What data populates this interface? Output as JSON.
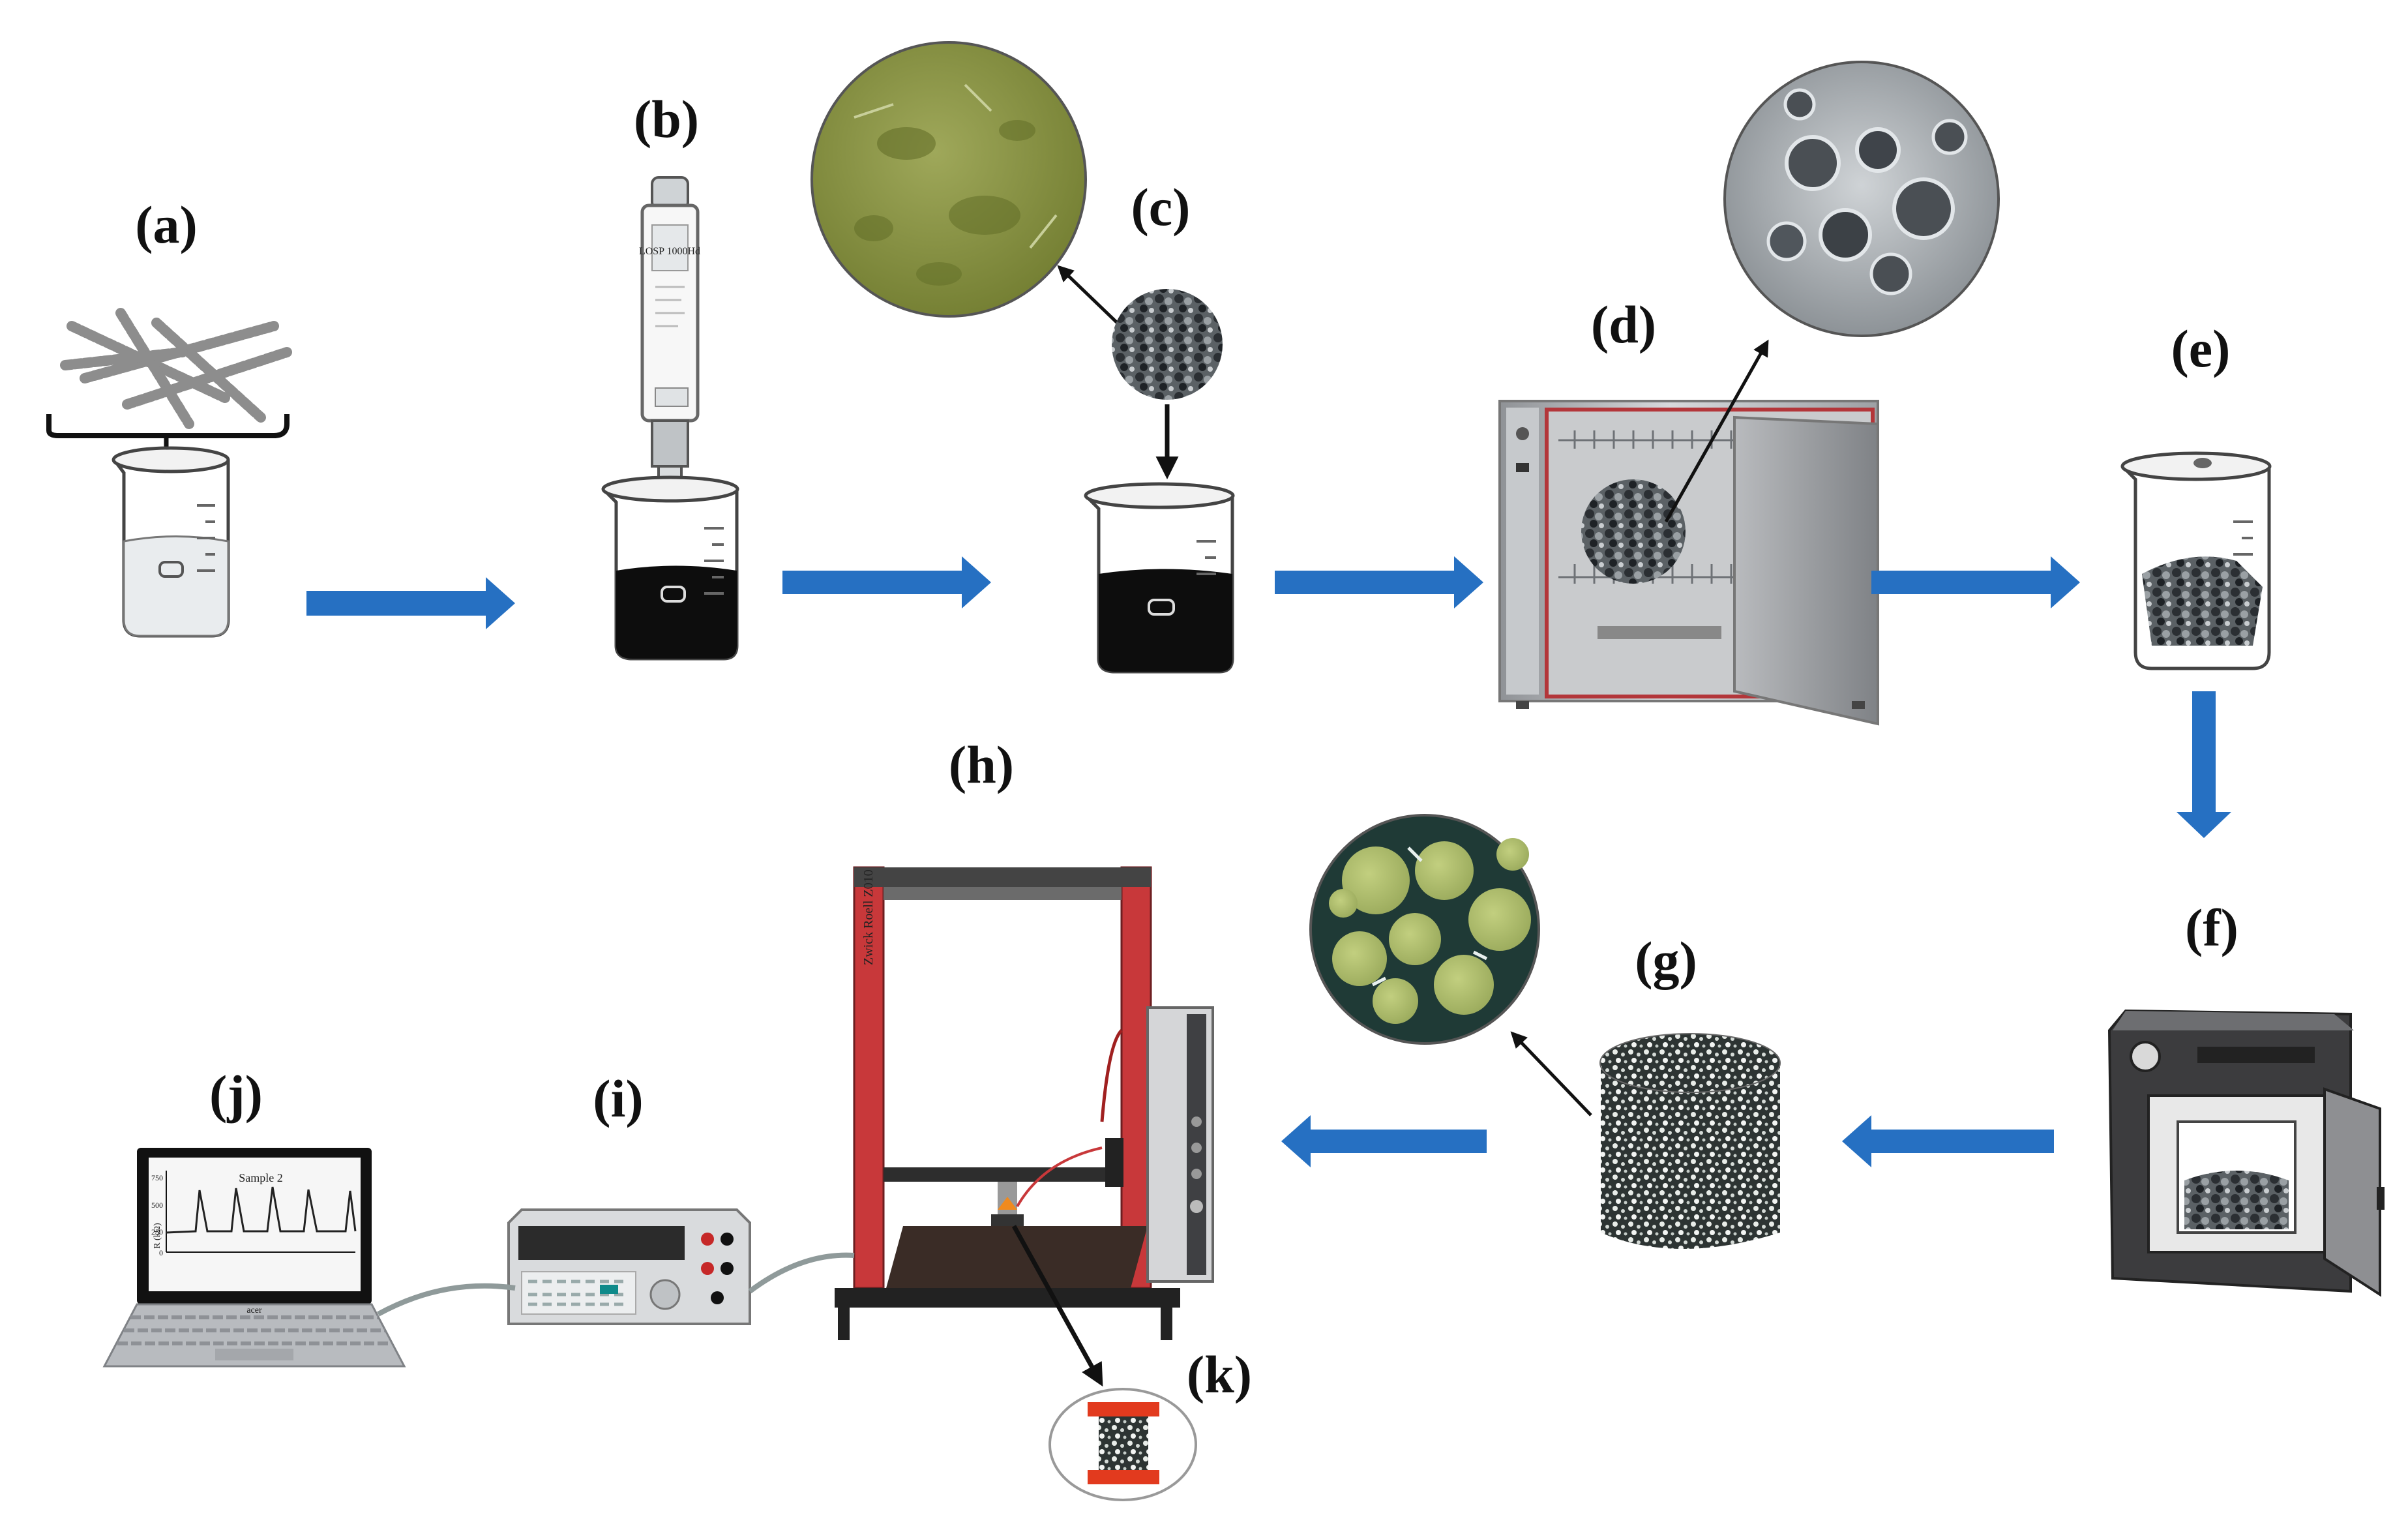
{
  "labels": {
    "a": "(a)",
    "b": "(b)",
    "c": "(c)",
    "d": "(d)",
    "e": "(e)",
    "f": "(f)",
    "g": "(g)",
    "h": "(h)",
    "i": "(i)",
    "j": "(j)",
    "k": "(k)"
  },
  "laptop_plot": {
    "title": "Sample 2",
    "y_axis_label": "R (kΩ)",
    "y_ticks": [
      "750",
      "500",
      "250",
      "0"
    ],
    "brand": "acer"
  },
  "device_text": {
    "homogenizer": "LOSP 1000Hd",
    "test_frame": "Zwick Roell Z010"
  },
  "colors": {
    "flow_arrow": "#2670c2",
    "magnifier_pointer": "#111111",
    "test_frame_red": "#c8383a"
  }
}
